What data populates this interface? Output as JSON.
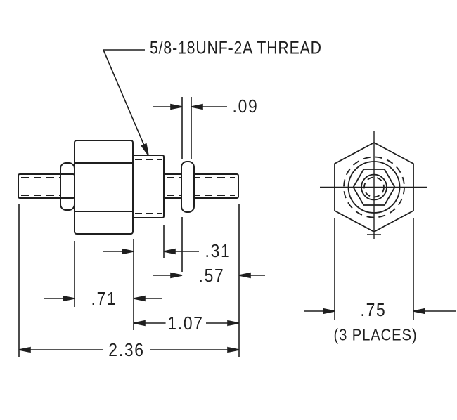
{
  "drawing": {
    "callout": "5/8-18UNF-2A THREAD",
    "dims": {
      "d09": ".09",
      "d31": ".31",
      "d57": ".57",
      "d71": ".71",
      "d107": "1.07",
      "d236": "2.36",
      "d75": ".75"
    },
    "note": "(3 PLACES)",
    "colors": {
      "line": "#1f1f1f",
      "background": "#ffffff"
    }
  }
}
